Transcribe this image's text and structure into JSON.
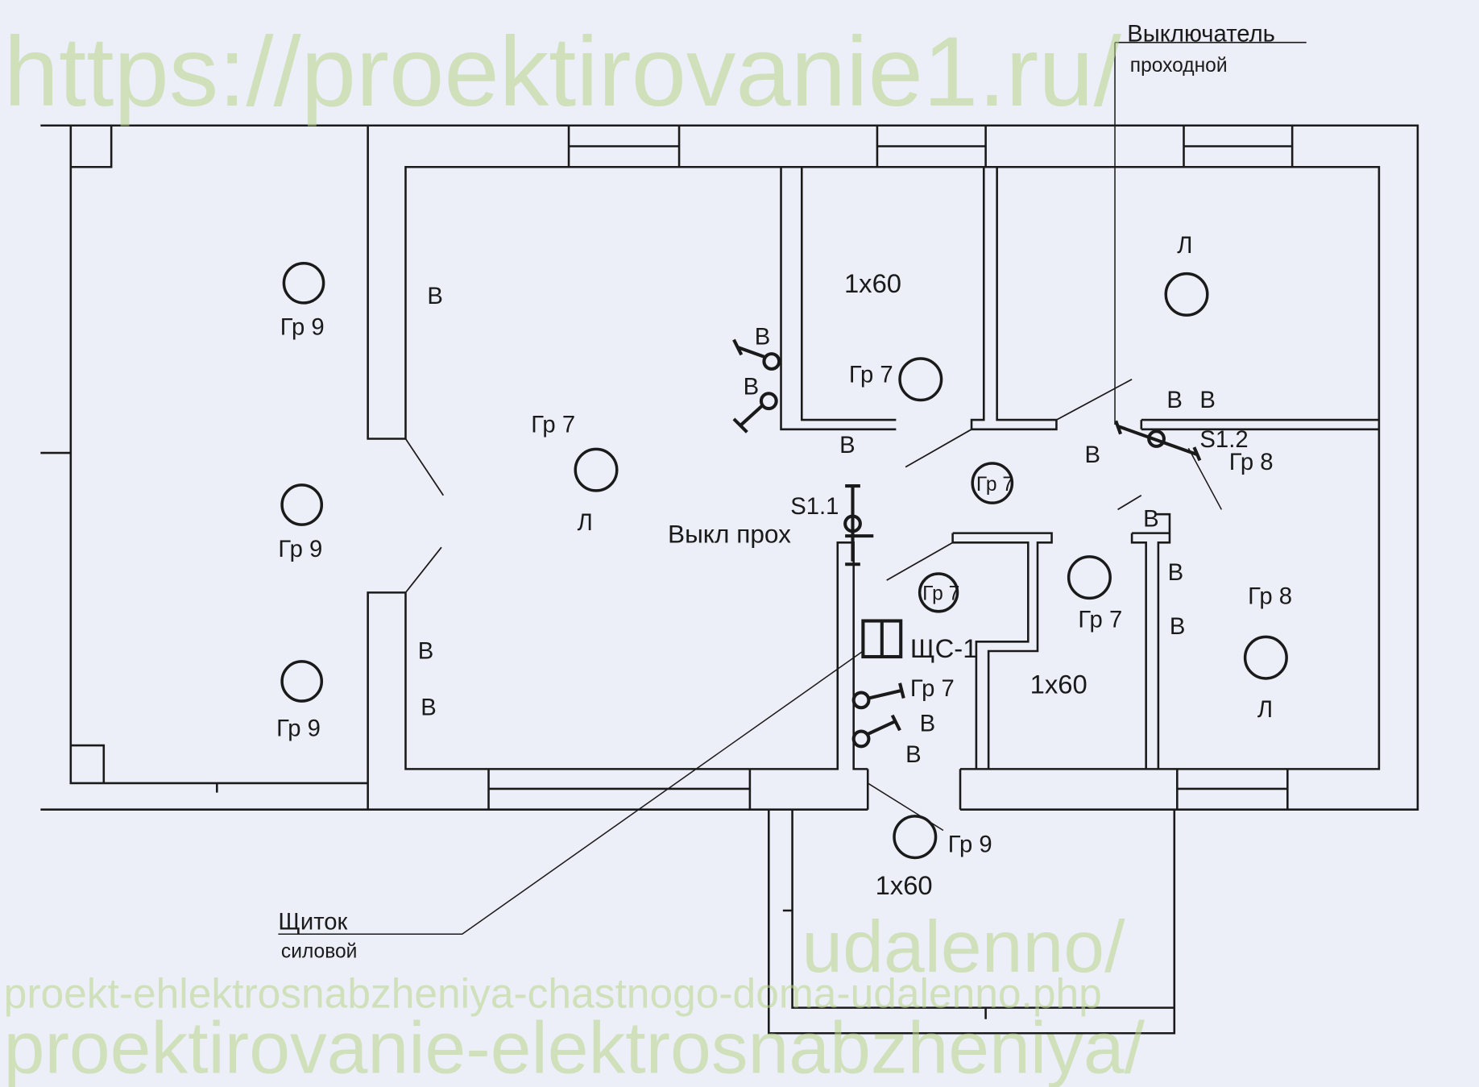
{
  "callouts": {
    "switch_title": "Выключатель",
    "switch_sub": "проходной",
    "panel_title": "Щиток",
    "panel_sub": "силовой"
  },
  "labels": {
    "gr9": "Гр 9",
    "gr7": "Гр 7",
    "gr8": "Гр 8",
    "v": "В",
    "l": "Л",
    "lamp": "1x60",
    "s11": "S1.1",
    "s12": "S1.2",
    "vykl": "Выкл прох",
    "panel": "ЩС-1"
  },
  "watermark": {
    "line1": "https://proektirovanie1.ru/",
    "line2": "proektirovanie-elektrosnabzheniya/",
    "line3": "udalenno/",
    "line4": "proekt-ehlektrosnabzheniya-chastnogo-doma-udalenno.php"
  }
}
